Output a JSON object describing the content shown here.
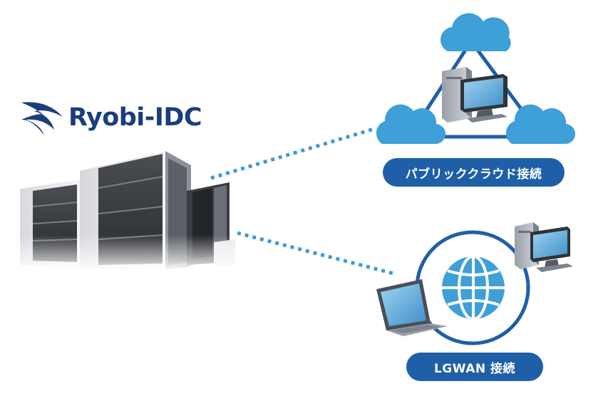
{
  "logo": {
    "text": "Ryobi-IDC"
  },
  "labels": {
    "public_cloud": "パブリッククラウド接続",
    "lgwan": "LGWAN 接続"
  },
  "colors": {
    "brand_navy": "#1a3d7c",
    "pill_blue": "#1f5fa8",
    "cloud_blue": "#3f9fd8",
    "dotted_line": "#3e9bd6"
  },
  "icons": [
    "datacenter-building-icon",
    "cloud-icon",
    "desktop-computer-icon",
    "laptop-icon",
    "globe-icon"
  ]
}
